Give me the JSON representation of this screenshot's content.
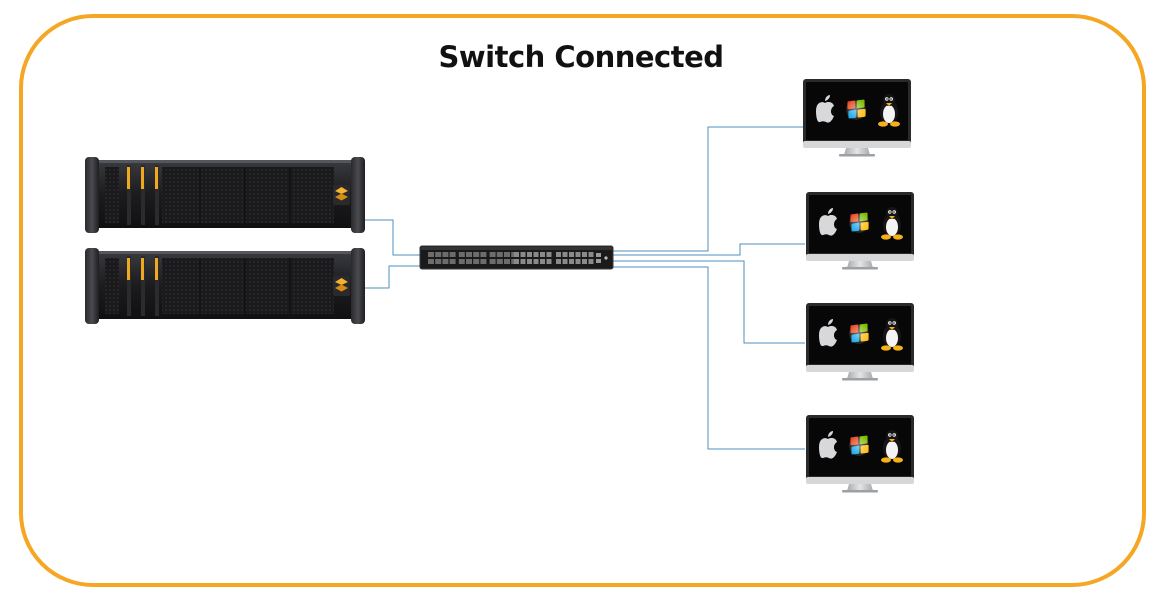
{
  "diagram": {
    "title": "Switch Connected",
    "colors": {
      "border": "#f5a623",
      "link": "#4f8fbf",
      "server_body": "#1f1f22",
      "server_accent": "#f0a81c",
      "switch_body": "#1a1a1a",
      "monitor_screen": "#070707",
      "monitor_stand": "#c9cacc"
    },
    "nodes": {
      "servers": [
        {
          "id": "server-1",
          "icon": "rack-server-icon"
        },
        {
          "id": "server-2",
          "icon": "rack-server-icon"
        }
      ],
      "switch": {
        "id": "network-switch",
        "icon": "network-switch-icon"
      },
      "workstations": [
        {
          "id": "workstation-1",
          "os_icons": [
            "apple-logo-icon",
            "windows-logo-icon",
            "linux-tux-icon"
          ]
        },
        {
          "id": "workstation-2",
          "os_icons": [
            "apple-logo-icon",
            "windows-logo-icon",
            "linux-tux-icon"
          ]
        },
        {
          "id": "workstation-3",
          "os_icons": [
            "apple-logo-icon",
            "windows-logo-icon",
            "linux-tux-icon"
          ]
        },
        {
          "id": "workstation-4",
          "os_icons": [
            "apple-logo-icon",
            "windows-logo-icon",
            "linux-tux-icon"
          ]
        }
      ]
    },
    "connections": [
      {
        "from": "server-1",
        "to": "network-switch"
      },
      {
        "from": "server-2",
        "to": "network-switch"
      },
      {
        "from": "network-switch",
        "to": "workstation-1"
      },
      {
        "from": "network-switch",
        "to": "workstation-2"
      },
      {
        "from": "network-switch",
        "to": "workstation-3"
      },
      {
        "from": "network-switch",
        "to": "workstation-4"
      }
    ]
  }
}
